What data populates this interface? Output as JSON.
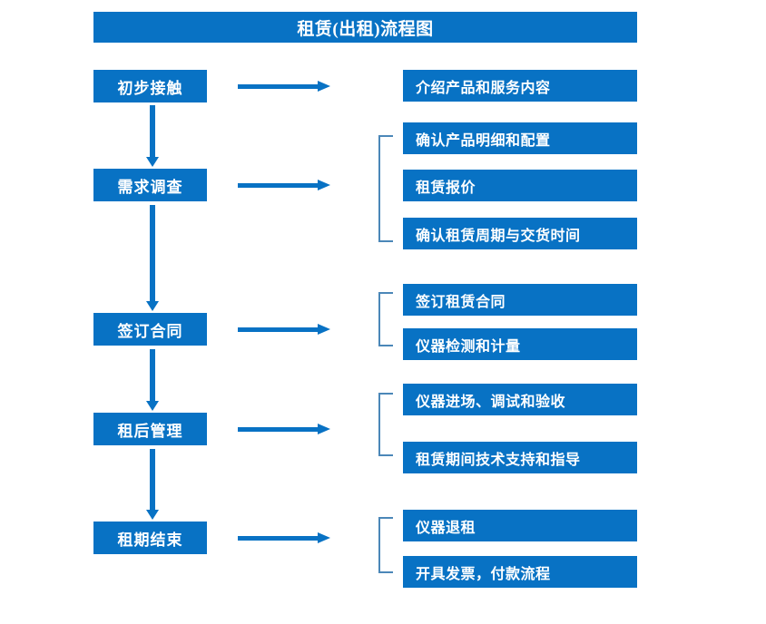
{
  "diagram": {
    "title": "租赁(出租)流程图",
    "accent_color": "#0872C4",
    "bracket_color": "#4B87B8",
    "text_color": "#FFFFFF",
    "background_color": "#FFFFFF",
    "stages": [
      {
        "label": "初步接触"
      },
      {
        "label": "需求调查"
      },
      {
        "label": "签订合同"
      },
      {
        "label": "租后管理"
      },
      {
        "label": "租期结束"
      }
    ],
    "details": [
      {
        "label": "介绍产品和服务内容"
      },
      {
        "label": "确认产品明细和配置"
      },
      {
        "label": "租赁报价"
      },
      {
        "label": "确认租赁周期与交货时间"
      },
      {
        "label": "签订租赁合同"
      },
      {
        "label": "仪器检测和计量"
      },
      {
        "label": "仪器进场、调试和验收"
      },
      {
        "label": "租赁期间技术支持和指导"
      },
      {
        "label": "仪器退租"
      },
      {
        "label": "开具发票，付款流程"
      }
    ]
  }
}
